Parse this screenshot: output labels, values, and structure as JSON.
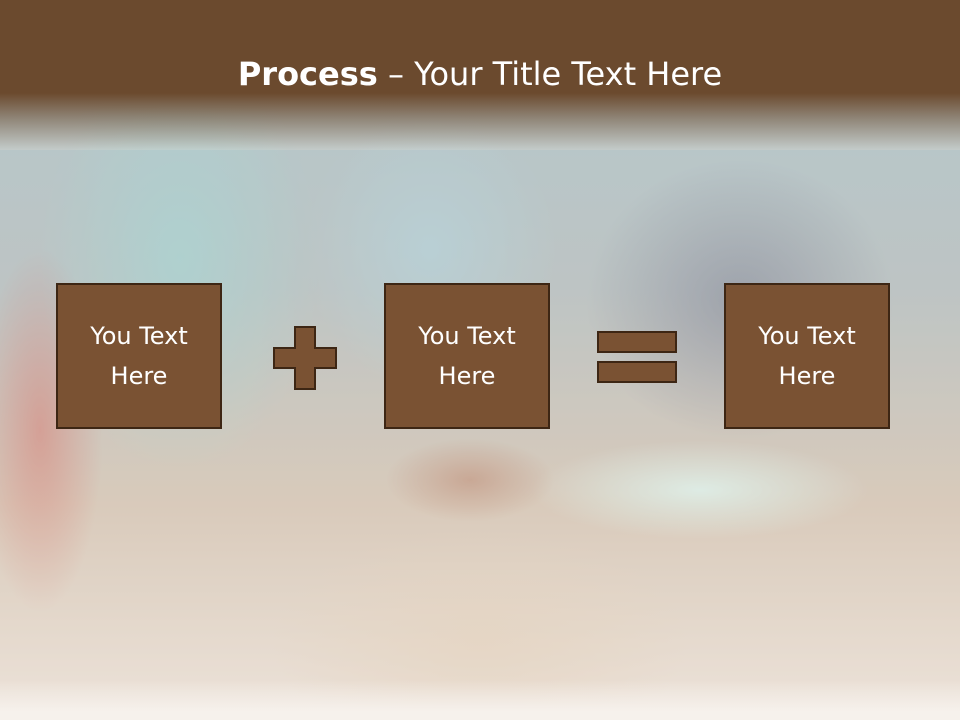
{
  "slide": {
    "title_bold": "Process",
    "title_rest": " – Your Title Text Here",
    "boxes": [
      {
        "text": "You Text Here"
      },
      {
        "text": "You Text Here"
      },
      {
        "text": "You Text Here"
      }
    ],
    "operators": [
      "plus-icon",
      "equals-icon"
    ],
    "colors": {
      "title_bar": "#6b4a2e",
      "box_fill": "#7a5233",
      "box_border": "#3d2614",
      "operator_fill": "#7a5233",
      "text": "#ffffff"
    }
  }
}
